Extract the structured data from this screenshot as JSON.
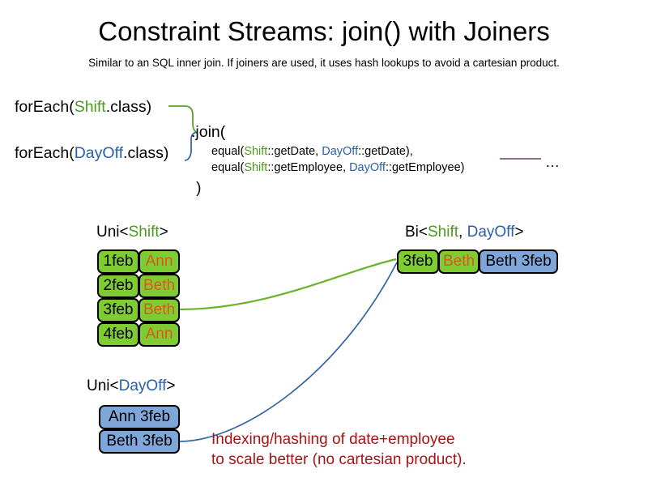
{
  "header": {
    "title": "Constraint Streams: join() with Joiners",
    "subtitle": "Similar to an SQL inner join. If joiners are used, it uses hash lookups to avoid a cartesian product."
  },
  "code": {
    "foreach_shift": {
      "prefix": "forEach(",
      "class": "Shift",
      "suffix": ".class)"
    },
    "foreach_dayoff": {
      "prefix": "forEach(",
      "class": "DayOff",
      "suffix": ".class)"
    },
    "join_open": ".join(",
    "join_close": ")",
    "joiners": [
      {
        "prefix": "equal(",
        "left_class": "Shift",
        "left_method": "::getDate, ",
        "right_class": "DayOff",
        "right_method": "::getDate),"
      },
      {
        "prefix": "equal(",
        "left_class": "Shift",
        "left_method": "::getEmployee, ",
        "right_class": "DayOff",
        "right_method": "::getEmployee)"
      }
    ],
    "ellipsis": "…"
  },
  "streams": {
    "uni_shift": {
      "label_prefix": "Uni<",
      "label_class": "Shift",
      "label_suffix": ">",
      "rows": [
        {
          "date": "1feb",
          "employee": "Ann"
        },
        {
          "date": "2feb",
          "employee": "Beth"
        },
        {
          "date": "3feb",
          "employee": "Beth"
        },
        {
          "date": "4feb",
          "employee": "Ann"
        }
      ]
    },
    "uni_dayoff": {
      "label_prefix": "Uni<",
      "label_class": "DayOff",
      "label_suffix": ">",
      "rows": [
        {
          "text": "Ann 3feb"
        },
        {
          "text": "Beth 3feb"
        }
      ]
    },
    "bi": {
      "label_prefix": "Bi<",
      "label_class_a": "Shift",
      "label_separator": ", ",
      "label_class_b": "DayOff",
      "label_suffix": ">",
      "rows": [
        {
          "date": "3feb",
          "employee": "Beth",
          "dayoff": "Beth 3feb"
        }
      ]
    }
  },
  "annotation": {
    "line1": "Indexing/hashing of date+employee",
    "line2": "to scale better (no cartesian product)."
  },
  "colors": {
    "shift_green_text": "#4d9a1f",
    "dayoff_blue_text": "#2b5fa8",
    "box_green_fill": "#7ecc32",
    "box_blue_fill": "#7ea6d8",
    "employee_orange": "#e0551e",
    "annotation_red": "#a81414",
    "connector_green": "#5aa02c",
    "connector_blue": "#3465a4",
    "rule_purple": "#6b3f6b"
  }
}
